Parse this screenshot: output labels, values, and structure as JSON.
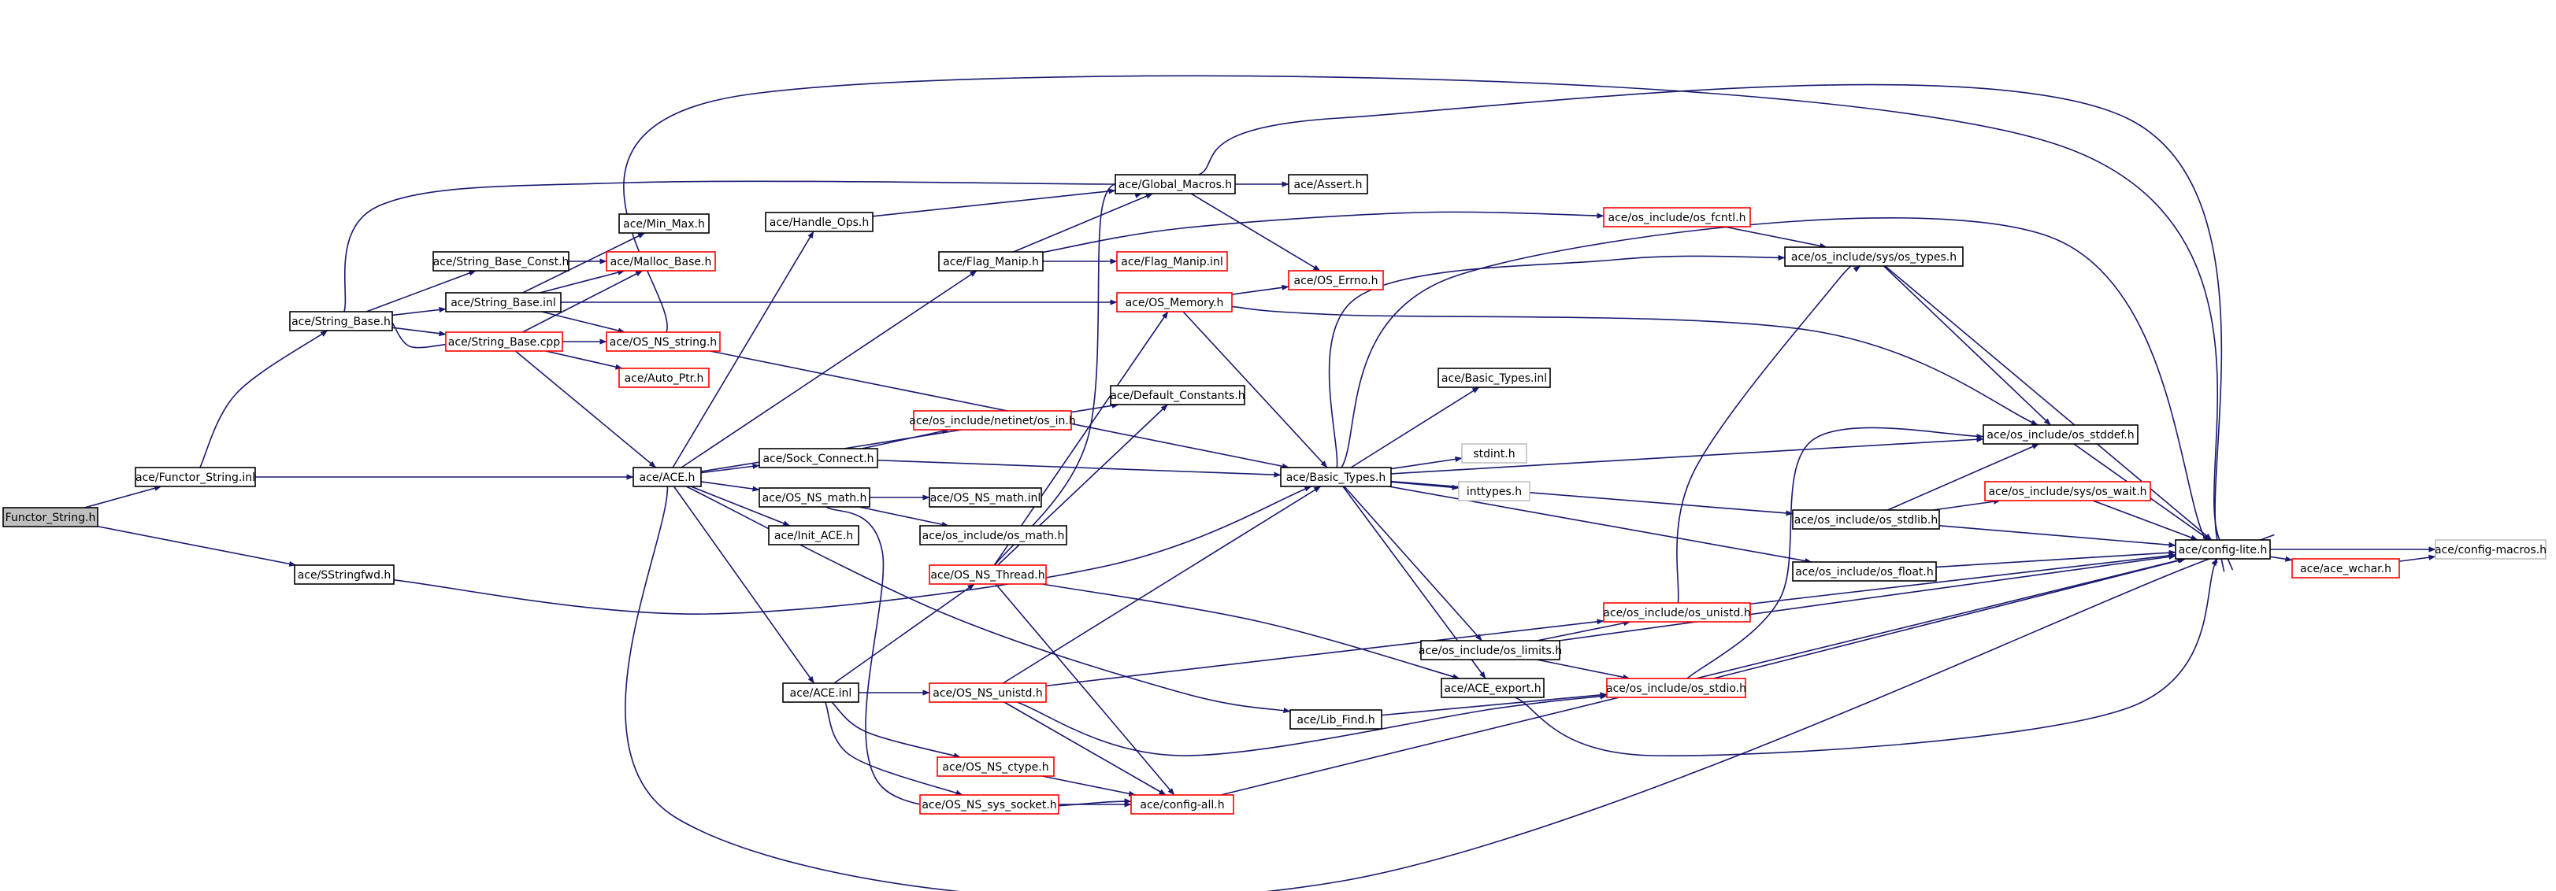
{
  "colors": {
    "edge": "#191970",
    "border_normal": "#000000",
    "border_truncated": "#ff0000",
    "border_leaf": "#c0c0c0",
    "fill_root": "#bfbfbf",
    "fill_default": "#ffffff"
  },
  "nodes": [
    {
      "id": "functor_string_h",
      "label": "Functor_String.h",
      "kind": "root"
    },
    {
      "id": "functor_string_inl",
      "label": "ace/Functor_String.inl",
      "kind": "normal"
    },
    {
      "id": "sstringfwd_h",
      "label": "ace/SStringfwd.h",
      "kind": "normal"
    },
    {
      "id": "string_base_h",
      "label": "ace/String_Base.h",
      "kind": "normal"
    },
    {
      "id": "string_base_const_h",
      "label": "ace/String_Base_Const.h",
      "kind": "normal"
    },
    {
      "id": "string_base_inl",
      "label": "ace/String_Base.inl",
      "kind": "normal"
    },
    {
      "id": "string_base_cpp",
      "label": "ace/String_Base.cpp",
      "kind": "truncated"
    },
    {
      "id": "min_max_h",
      "label": "ace/Min_Max.h",
      "kind": "normal"
    },
    {
      "id": "malloc_base_h",
      "label": "ace/Malloc_Base.h",
      "kind": "truncated"
    },
    {
      "id": "os_ns_string_h",
      "label": "ace/OS_NS_string.h",
      "kind": "truncated"
    },
    {
      "id": "auto_ptr_h",
      "label": "ace/Auto_Ptr.h",
      "kind": "truncated"
    },
    {
      "id": "ace_h",
      "label": "ace/ACE.h",
      "kind": "normal"
    },
    {
      "id": "handle_ops_h",
      "label": "ace/Handle_Ops.h",
      "kind": "normal"
    },
    {
      "id": "flag_manip_h",
      "label": "ace/Flag_Manip.h",
      "kind": "normal"
    },
    {
      "id": "global_macros_h",
      "label": "ace/Global_Macros.h",
      "kind": "normal"
    },
    {
      "id": "assert_h",
      "label": "ace/Assert.h",
      "kind": "normal"
    },
    {
      "id": "flag_manip_inl",
      "label": "ace/Flag_Manip.inl",
      "kind": "truncated"
    },
    {
      "id": "os_fcntl_h",
      "label": "ace/os_include/os_fcntl.h",
      "kind": "truncated"
    },
    {
      "id": "os_errno_h",
      "label": "ace/OS_Errno.h",
      "kind": "truncated"
    },
    {
      "id": "os_memory_h",
      "label": "ace/OS_Memory.h",
      "kind": "truncated"
    },
    {
      "id": "sys_os_types_h",
      "label": "ace/os_include/sys/os_types.h",
      "kind": "normal"
    },
    {
      "id": "default_constants_h",
      "label": "ace/Default_Constants.h",
      "kind": "normal"
    },
    {
      "id": "os_in_h",
      "label": "ace/os_include/netinet/os_in.h",
      "kind": "truncated"
    },
    {
      "id": "sock_connect_h",
      "label": "ace/Sock_Connect.h",
      "kind": "normal"
    },
    {
      "id": "os_ns_math_h",
      "label": "ace/OS_NS_math.h",
      "kind": "normal"
    },
    {
      "id": "os_ns_math_inl",
      "label": "ace/OS_NS_math.inl",
      "kind": "normal"
    },
    {
      "id": "os_math_h",
      "label": "ace/os_include/os_math.h",
      "kind": "normal"
    },
    {
      "id": "init_ace_h",
      "label": "ace/Init_ACE.h",
      "kind": "normal"
    },
    {
      "id": "os_ns_thread_h",
      "label": "ace/OS_NS_Thread.h",
      "kind": "truncated"
    },
    {
      "id": "ace_inl",
      "label": "ace/ACE.inl",
      "kind": "normal"
    },
    {
      "id": "os_ns_unistd_h",
      "label": "ace/OS_NS_unistd.h",
      "kind": "truncated"
    },
    {
      "id": "os_ns_ctype_h",
      "label": "ace/OS_NS_ctype.h",
      "kind": "truncated"
    },
    {
      "id": "os_ns_sys_socket_h",
      "label": "ace/OS_NS_sys_socket.h",
      "kind": "truncated"
    },
    {
      "id": "config_all_h",
      "label": "ace/config-all.h",
      "kind": "truncated"
    },
    {
      "id": "lib_find_h",
      "label": "ace/Lib_Find.h",
      "kind": "normal"
    },
    {
      "id": "basic_types_h",
      "label": "ace/Basic_Types.h",
      "kind": "normal"
    },
    {
      "id": "basic_types_inl",
      "label": "ace/Basic_Types.inl",
      "kind": "normal"
    },
    {
      "id": "stdint_h",
      "label": "stdint.h",
      "kind": "leaf"
    },
    {
      "id": "inttypes_h",
      "label": "inttypes.h",
      "kind": "leaf"
    },
    {
      "id": "ace_export_h",
      "label": "ace/ACE_export.h",
      "kind": "normal"
    },
    {
      "id": "os_limits_h",
      "label": "ace/os_include/os_limits.h",
      "kind": "normal"
    },
    {
      "id": "os_unistd_h",
      "label": "ace/os_include/os_unistd.h",
      "kind": "truncated"
    },
    {
      "id": "os_stdio_h",
      "label": "ace/os_include/os_stdio.h",
      "kind": "truncated"
    },
    {
      "id": "os_stddef_h",
      "label": "ace/os_include/os_stddef.h",
      "kind": "normal"
    },
    {
      "id": "os_stdlib_h",
      "label": "ace/os_include/os_stdlib.h",
      "kind": "normal"
    },
    {
      "id": "sys_os_wait_h",
      "label": "ace/os_include/sys/os_wait.h",
      "kind": "truncated"
    },
    {
      "id": "os_float_h",
      "label": "ace/os_include/os_float.h",
      "kind": "normal"
    },
    {
      "id": "config_lite_h",
      "label": "ace/config-lite.h",
      "kind": "normal"
    },
    {
      "id": "ace_wchar_h",
      "label": "ace/ace_wchar.h",
      "kind": "truncated"
    },
    {
      "id": "config_macros_h",
      "label": "ace/config-macros.h",
      "kind": "leaf"
    }
  ],
  "edges": [
    [
      "functor_string_h",
      "functor_string_inl"
    ],
    [
      "functor_string_h",
      "sstringfwd_h"
    ],
    [
      "functor_string_inl",
      "string_base_h"
    ],
    [
      "functor_string_inl",
      "ace_h"
    ],
    [
      "sstringfwd_h",
      "basic_types_h"
    ],
    [
      "string_base_h",
      "string_base_const_h"
    ],
    [
      "string_base_h",
      "string_base_inl"
    ],
    [
      "string_base_h",
      "string_base_cpp"
    ],
    [
      "string_base_h",
      "global_macros_h"
    ],
    [
      "string_base_const_h",
      "malloc_base_h"
    ],
    [
      "string_base_inl",
      "min_max_h"
    ],
    [
      "string_base_inl",
      "malloc_base_h"
    ],
    [
      "string_base_inl",
      "os_ns_string_h"
    ],
    [
      "string_base_inl",
      "os_memory_h"
    ],
    [
      "string_base_cpp",
      "string_base_h"
    ],
    [
      "string_base_cpp",
      "malloc_base_h"
    ],
    [
      "string_base_cpp",
      "os_ns_string_h"
    ],
    [
      "string_base_cpp",
      "auto_ptr_h"
    ],
    [
      "string_base_cpp",
      "ace_h"
    ],
    [
      "os_ns_string_h",
      "basic_types_h"
    ],
    [
      "os_ns_string_h",
      "config_lite_h"
    ],
    [
      "ace_h",
      "handle_ops_h"
    ],
    [
      "ace_h",
      "flag_manip_h"
    ],
    [
      "ace_h",
      "default_constants_h"
    ],
    [
      "ace_h",
      "sock_connect_h"
    ],
    [
      "ace_h",
      "os_ns_math_h"
    ],
    [
      "ace_h",
      "init_ace_h"
    ],
    [
      "ace_h",
      "ace_inl"
    ],
    [
      "ace_h",
      "lib_find_h"
    ],
    [
      "ace_h",
      "config_lite_h"
    ],
    [
      "handle_ops_h",
      "global_macros_h"
    ],
    [
      "flag_manip_h",
      "global_macros_h"
    ],
    [
      "flag_manip_h",
      "flag_manip_inl"
    ],
    [
      "flag_manip_h",
      "os_fcntl_h"
    ],
    [
      "global_macros_h",
      "assert_h"
    ],
    [
      "global_macros_h",
      "os_errno_h"
    ],
    [
      "global_macros_h",
      "config_lite_h"
    ],
    [
      "os_fcntl_h",
      "sys_os_types_h"
    ],
    [
      "os_memory_h",
      "os_errno_h"
    ],
    [
      "os_memory_h",
      "basic_types_h"
    ],
    [
      "os_memory_h",
      "os_stddef_h"
    ],
    [
      "sys_os_types_h",
      "os_stddef_h"
    ],
    [
      "sys_os_types_h",
      "config_lite_h"
    ],
    [
      "sock_connect_h",
      "os_in_h"
    ],
    [
      "sock_connect_h",
      "basic_types_h"
    ],
    [
      "os_ns_math_h",
      "os_ns_math_inl"
    ],
    [
      "os_ns_math_h",
      "os_math_h"
    ],
    [
      "os_ns_math_h",
      "config_all_h"
    ],
    [
      "os_ns_thread_h",
      "global_macros_h"
    ],
    [
      "os_ns_thread_h",
      "os_memory_h"
    ],
    [
      "os_ns_thread_h",
      "default_constants_h"
    ],
    [
      "os_ns_thread_h",
      "ace_export_h"
    ],
    [
      "os_ns_thread_h",
      "config_all_h"
    ],
    [
      "ace_inl",
      "os_ns_thread_h"
    ],
    [
      "ace_inl",
      "os_ns_unistd_h"
    ],
    [
      "ace_inl",
      "os_ns_ctype_h"
    ],
    [
      "ace_inl",
      "os_ns_sys_socket_h"
    ],
    [
      "os_ns_unistd_h",
      "basic_types_h"
    ],
    [
      "os_ns_unistd_h",
      "os_unistd_h"
    ],
    [
      "os_ns_unistd_h",
      "os_stdio_h"
    ],
    [
      "os_ns_unistd_h",
      "config_all_h"
    ],
    [
      "os_ns_ctype_h",
      "config_all_h"
    ],
    [
      "os_ns_sys_socket_h",
      "config_all_h"
    ],
    [
      "config_all_h",
      "config_lite_h"
    ],
    [
      "lib_find_h",
      "os_stdio_h"
    ],
    [
      "basic_types_h",
      "basic_types_inl"
    ],
    [
      "basic_types_h",
      "stdint_h"
    ],
    [
      "basic_types_h",
      "inttypes_h"
    ],
    [
      "basic_types_h",
      "ace_export_h"
    ],
    [
      "basic_types_h",
      "os_limits_h"
    ],
    [
      "basic_types_h",
      "os_stddef_h"
    ],
    [
      "basic_types_h",
      "os_stdlib_h"
    ],
    [
      "basic_types_h",
      "os_float_h"
    ],
    [
      "basic_types_h",
      "sys_os_types_h"
    ],
    [
      "basic_types_h",
      "config_lite_h"
    ],
    [
      "ace_export_h",
      "config_lite_h"
    ],
    [
      "os_limits_h",
      "os_unistd_h"
    ],
    [
      "os_limits_h",
      "os_stdio_h"
    ],
    [
      "os_limits_h",
      "config_lite_h"
    ],
    [
      "os_unistd_h",
      "sys_os_types_h"
    ],
    [
      "os_unistd_h",
      "config_lite_h"
    ],
    [
      "os_stdio_h",
      "os_stddef_h"
    ],
    [
      "os_stdio_h",
      "config_lite_h"
    ],
    [
      "os_stddef_h",
      "config_lite_h"
    ],
    [
      "os_stdlib_h",
      "os_stddef_h"
    ],
    [
      "os_stdlib_h",
      "sys_os_wait_h"
    ],
    [
      "os_stdlib_h",
      "config_lite_h"
    ],
    [
      "sys_os_wait_h",
      "config_lite_h"
    ],
    [
      "os_float_h",
      "config_lite_h"
    ],
    [
      "config_lite_h",
      "ace_wchar_h"
    ],
    [
      "config_lite_h",
      "config_macros_h"
    ],
    [
      "ace_wchar_h",
      "config_macros_h"
    ]
  ]
}
